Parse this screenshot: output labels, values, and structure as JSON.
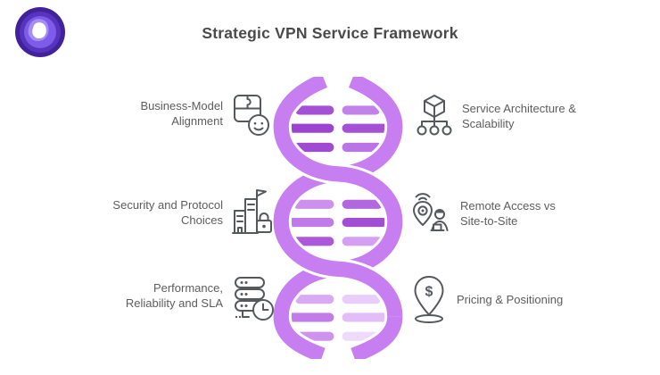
{
  "title": "Strategic VPN Service Framework",
  "logo": {
    "name": "vpn-brand-logo",
    "colors": {
      "outer": "#42219b",
      "mid": "#5634bd",
      "inner": "#7e5be9",
      "halo": "#a68cf3",
      "blob": "#ffffff"
    }
  },
  "items_left": [
    {
      "icon": "puzzle-smiley-icon",
      "label_lines": [
        "Business-Model",
        "Alignment"
      ]
    },
    {
      "icon": "buildings-lock-icon",
      "label_lines": [
        "Security and Protocol",
        "Choices"
      ]
    },
    {
      "icon": "servers-clock-icon",
      "label_lines": [
        "Performance,",
        "Reliability and SLA"
      ]
    }
  ],
  "items_right": [
    {
      "icon": "cube-network-icon",
      "label_lines": [
        "Service Architecture &",
        "Scalability"
      ]
    },
    {
      "icon": "pin-person-icon",
      "label_lines": [
        "Remote Access vs",
        "Site-to-Site"
      ]
    },
    {
      "icon": "dollar-pin-icon",
      "label_lines": [
        "Pricing & Positioning"
      ]
    }
  ],
  "helix": {
    "strand": "#c77ef1",
    "rungs": [
      {
        "l": "#a551d5",
        "r": "#c183ea"
      },
      {
        "l": "#9c44cf",
        "r": "#a551d5"
      },
      {
        "l": "#a04ad2",
        "r": "#bb74e6"
      },
      {
        "l": "#cd90ee",
        "r": "#b267e0"
      },
      {
        "l": "#c07ae9",
        "r": "#a24ed4"
      },
      {
        "l": "#ab59da",
        "r": "#d5a0f2"
      },
      {
        "l": "#d9a9f4",
        "r": "#e9cdfa"
      },
      {
        "l": "#c27cea",
        "r": "#e2bdf8"
      },
      {
        "l": "#cf93ee",
        "r": "#eedbfc"
      }
    ]
  },
  "colors": {
    "title_text": "#4a4a4a",
    "label_text": "#5d5d5d",
    "icon_stroke": "#55585c"
  }
}
